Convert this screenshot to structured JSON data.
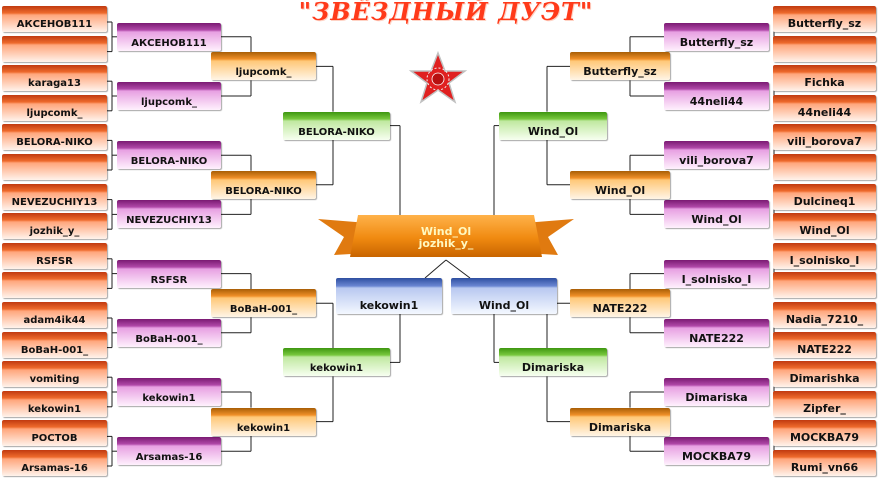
{
  "title": "\"ЗВЁЗДНЫЙ ДУЭТ\"",
  "colors": {
    "title": "#ff3a1a",
    "round1": "#ee6a2c",
    "round2": "#b048a8",
    "round3": "#f09028",
    "round4": "#78c83e",
    "semifinal": "#6a86d2",
    "banner": "#f08a10"
  },
  "icons": {
    "center": "red-star-icon",
    "final": "banner-ribbon-icon"
  },
  "bracket": {
    "left": {
      "round1": [
        "АКСЕНОВ111",
        "",
        "karaga13",
        "ljupcomk_",
        "BELORA-NIKO",
        "",
        "NEVEZUCHIY13",
        "jozhik_y_",
        "RSFSR",
        "",
        "adam4ik44",
        "BoBaH-001_",
        "vomiting",
        "kekowin1",
        "POCTOB",
        "Arsamas-16"
      ],
      "round2": [
        "АКСЕНОВ111",
        "ljupcomk_",
        "BELORA-NIKO",
        "NEVEZUCHIY13",
        "RSFSR",
        "BoBaH-001_",
        "kekowin1",
        "Arsamas-16"
      ],
      "round3": [
        "ljupcomk_",
        "BELORA-NIKO",
        "BoBaH-001_",
        "kekowin1"
      ],
      "round4": [
        "BELORA-NIKO",
        "kekowin1"
      ],
      "semifinal": "kekowin1"
    },
    "right": {
      "round1": [
        "Butterfly_sz",
        "",
        "Fichka",
        "44neli44",
        "vili_borova7",
        "",
        "Dulcineq1",
        "Wind_Ol",
        "I_solnisko_I",
        "",
        "Nadia_7210_",
        "NATE222",
        "Dimarishka",
        "Zipfer_",
        "MOCKBA79",
        "Rumi_vn66"
      ],
      "round2": [
        "Butterfly_sz",
        "44neli44",
        "vili_borova7",
        "Wind_Ol",
        "I_solnisko_I",
        "NATE222",
        "Dimariska",
        "MOCKBA79"
      ],
      "round3": [
        "Butterfly_sz",
        "Wind_Ol",
        "NATE222",
        "Dimariska"
      ],
      "round4": [
        "Wind_Ol",
        "Dimariska"
      ],
      "semifinal": "Wind_Ol"
    },
    "final": [
      "Wind_Ol",
      "jozhik_y_"
    ]
  }
}
